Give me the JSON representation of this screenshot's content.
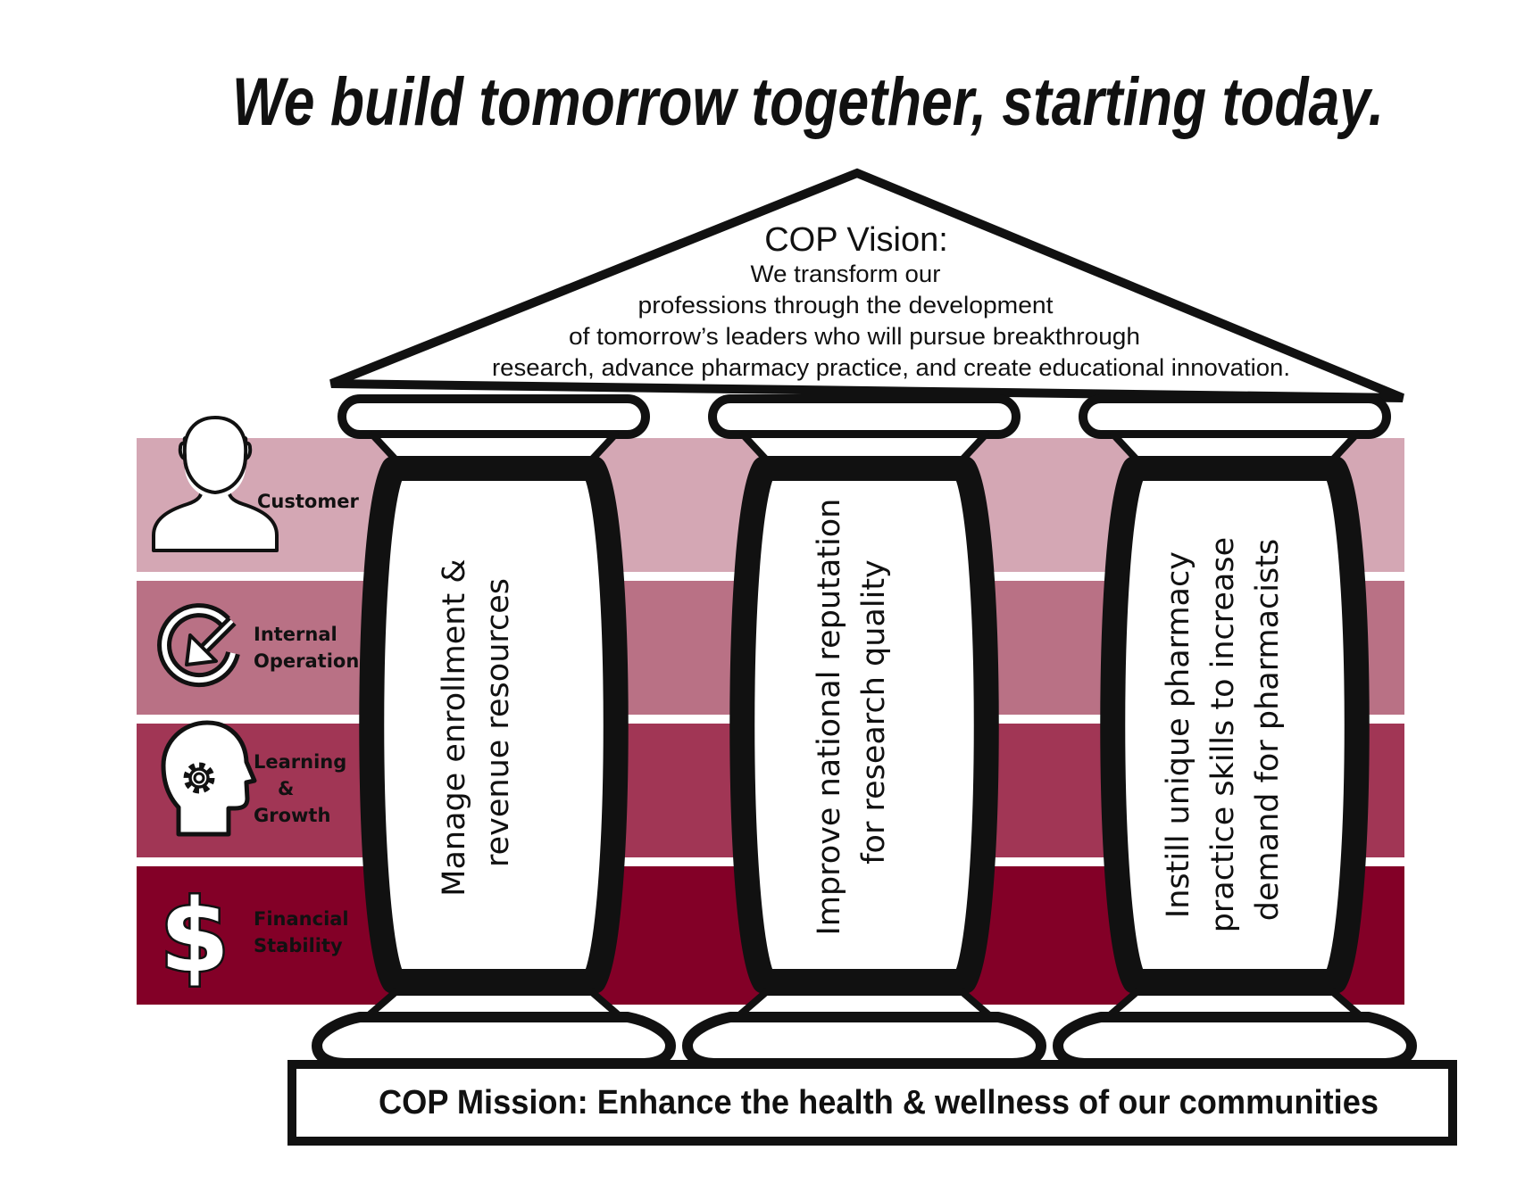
{
  "headline": "We build tomorrow together, starting today.",
  "vision": {
    "title": "COP Vision:",
    "lines": [
      "We transform our",
      "professions through the development",
      "of tomorrow’s leaders who will pursue breakthrough",
      "research, advance pharmacy practice, and create educational innovation."
    ]
  },
  "perspectives": [
    {
      "lines": [
        "Customer"
      ],
      "icon": "person-icon",
      "color": "#d4a7b4"
    },
    {
      "lines": [
        "Internal",
        "Operations"
      ],
      "icon": "cycle-arrow-icon",
      "color": "#b97185"
    },
    {
      "lines": [
        "Learning",
        "&",
        "Growth"
      ],
      "icon": "head-gear-icon",
      "color": "#a13655"
    },
    {
      "lines": [
        "Financial",
        "Stability"
      ],
      "icon": "dollar-icon",
      "color": "#830027"
    }
  ],
  "pillars": [
    {
      "lines": [
        "Manage enrollment &",
        "revenue resources"
      ]
    },
    {
      "lines": [
        "Improve national reputation",
        "for research quality"
      ]
    },
    {
      "lines": [
        "Instill unique pharmacy",
        "practice skills to increase",
        "demand for pharmacists"
      ]
    }
  ],
  "mission": "COP Mission: Enhance the health & wellness of our communities"
}
